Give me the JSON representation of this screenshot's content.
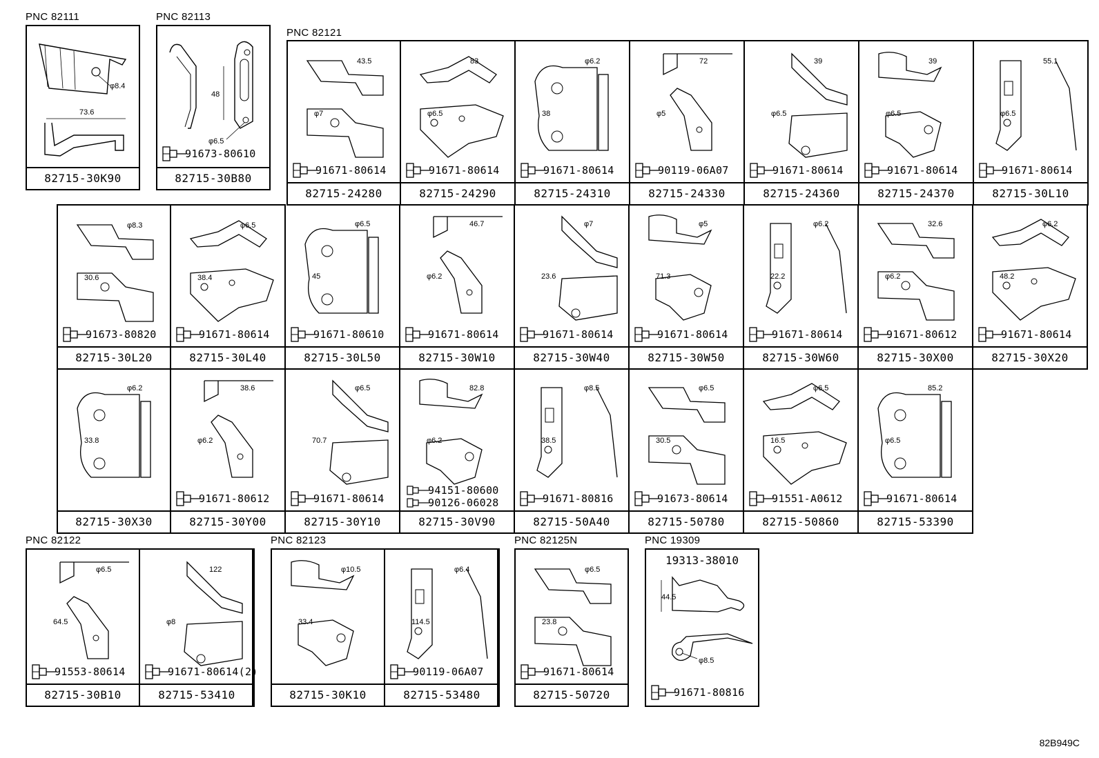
{
  "groups": {
    "g82111": "PNC 82111",
    "g82113": "PNC 82113",
    "g82121": "PNC 82121",
    "g82122": "PNC 82122",
    "g82123": "PNC 82123",
    "g82125n": "PNC 82125N",
    "g19309": "PNC 19309"
  },
  "cells": {
    "c30k90": {
      "part": "82715-30K90",
      "dims": [
        "φ8.4",
        "73.6"
      ]
    },
    "c30b80": {
      "part": "82715-30B80",
      "bolt": "91673-80610",
      "dims": [
        "48",
        "φ6.5"
      ]
    },
    "c24280": {
      "part": "82715-24280",
      "bolt": "91671-80614",
      "dims": [
        "43.5",
        "φ7"
      ]
    },
    "c24290": {
      "part": "82715-24290",
      "bolt": "91671-80614",
      "dims": [
        "83",
        "φ6.5"
      ]
    },
    "c24310": {
      "part": "82715-24310",
      "bolt": "91671-80614",
      "dims": [
        "φ6.2",
        "38"
      ]
    },
    "c24330": {
      "part": "82715-24330",
      "bolt": "90119-06A07",
      "dims": [
        "72",
        "φ5"
      ]
    },
    "c24360": {
      "part": "82715-24360",
      "bolt": "91671-80614",
      "dims": [
        "39",
        "φ6.5"
      ]
    },
    "c24370": {
      "part": "82715-24370",
      "bolt": "91671-80614",
      "dims": [
        "39",
        "φ6.5"
      ]
    },
    "c30l10": {
      "part": "82715-30L10",
      "bolt": "91671-80614",
      "dims": [
        "55.1",
        "φ6.5"
      ]
    },
    "c30l20": {
      "part": "82715-30L20",
      "bolt": "91673-80820",
      "dims": [
        "φ8.3",
        "30.6"
      ]
    },
    "c30l40": {
      "part": "82715-30L40",
      "bolt": "91671-80614",
      "dims": [
        "φ6.5",
        "38.4"
      ]
    },
    "c30l50": {
      "part": "82715-30L50",
      "bolt": "91671-80610",
      "dims": [
        "φ6.5",
        "45"
      ]
    },
    "c30w10": {
      "part": "82715-30W10",
      "bolt": "91671-80614",
      "dims": [
        "46.7",
        "φ6.2"
      ]
    },
    "c30w40": {
      "part": "82715-30W40",
      "bolt": "91671-80614",
      "dims": [
        "φ7",
        "23.6"
      ]
    },
    "c30w50": {
      "part": "82715-30W50",
      "bolt": "91671-80614",
      "dims": [
        "φ5",
        "71.3"
      ]
    },
    "c30w60": {
      "part": "82715-30W60",
      "bolt": "91671-80614",
      "dims": [
        "φ6.2",
        "22.2"
      ]
    },
    "c30x00": {
      "part": "82715-30X00",
      "bolt": "91671-80612",
      "dims": [
        "32.6",
        "φ6.2"
      ]
    },
    "c30x20": {
      "part": "82715-30X20",
      "bolt": "91671-80614",
      "dims": [
        "φ6.2",
        "48.2"
      ]
    },
    "c30x30": {
      "part": "82715-30X30",
      "dims": [
        "φ6.2",
        "33.8"
      ]
    },
    "c30y00": {
      "part": "82715-30Y00",
      "bolt": "91671-80612",
      "dims": [
        "38.6",
        "φ6.2"
      ]
    },
    "c30y10": {
      "part": "82715-30Y10",
      "bolt": "91671-80614",
      "dims": [
        "φ6.5",
        "70.7"
      ]
    },
    "c30v90": {
      "part": "82715-30V90",
      "bolt": "94151-80600",
      "bolt2": "90126-06028",
      "dims": [
        "82.8",
        "φ6.2"
      ]
    },
    "c50a40": {
      "part": "82715-50A40",
      "bolt": "91671-80816",
      "dims": [
        "φ8.5",
        "38.5"
      ]
    },
    "c50780": {
      "part": "82715-50780",
      "bolt": "91673-80614",
      "dims": [
        "φ6.5",
        "30.5"
      ]
    },
    "c50860": {
      "part": "82715-50860",
      "bolt": "91551-A0612",
      "dims": [
        "φ6.5",
        "16.5"
      ]
    },
    "c53390": {
      "part": "82715-53390",
      "bolt": "91671-80614",
      "dims": [
        "85.2",
        "φ6.5"
      ]
    },
    "c30b10": {
      "part": "82715-30B10",
      "bolt": "91553-80614",
      "dims": [
        "φ6.5",
        "64.5"
      ]
    },
    "c53410": {
      "part": "82715-53410",
      "bolt": "91671-80614(2)",
      "dims": [
        "122",
        "φ8"
      ]
    },
    "c30k10": {
      "part": "82715-30K10",
      "dims": [
        "φ10.5",
        "33.4"
      ]
    },
    "c53480": {
      "part": "82715-53480",
      "bolt": "90119-06A07",
      "dims": [
        "φ6.4",
        "114.5"
      ]
    },
    "c50720": {
      "part": "82715-50720",
      "bolt": "91671-80614",
      "dims": [
        "φ6.5",
        "23.8"
      ]
    },
    "c38010": {
      "part": "19313-38010",
      "bolt": "91671-80816",
      "dims": [
        "44.5",
        "φ8.5"
      ]
    }
  },
  "footer": {
    "code": "82B949C"
  }
}
